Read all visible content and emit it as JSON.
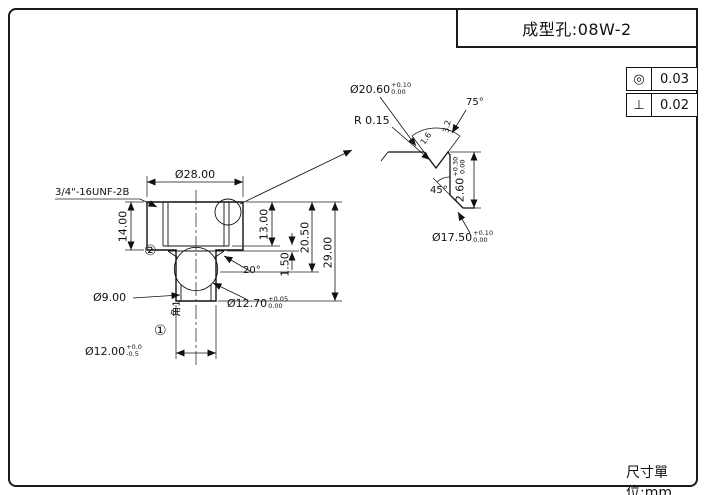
{
  "title_block": {
    "title": "成型孔:08W-2"
  },
  "tolerance_frames": [
    {
      "symbol": "◎",
      "value": "0.03"
    },
    {
      "symbol": "⊥",
      "value": "0.02"
    }
  ],
  "footer": {
    "unit_note": "尺寸單位:mm"
  },
  "main_view": {
    "thread_callout": "3/4\"-16UNF-2B",
    "dia_top": "Ø28.00",
    "height_thread": "14.00",
    "depth_seat": "13.00",
    "land": "1.50",
    "depth_mid": "20.50",
    "height_total": "29.00",
    "dia_bore": "Ø9.00",
    "dia_ball": "Ø12.70",
    "dia_ball_tol_up": "+0.05",
    "dia_ball_tol_low": "0.00",
    "angle_seat": "20°",
    "dia_bottom": "Ø12.00",
    "dia_bottom_tol_up": "+0.0",
    "dia_bottom_tol_low": "-0.5",
    "corner_note": "角1",
    "balloon_1": "①",
    "balloon_2": "②"
  },
  "detail_view": {
    "dia_opening": "Ø20.60",
    "dia_opening_tol_up": "+0.10",
    "dia_opening_tol_low": "0.00",
    "angle_v": "75°",
    "radius": "R 0.15",
    "rough_1": "1.6",
    "rough_2": "3.2",
    "angle_chamfer": "45°",
    "depth": "2.60",
    "depth_tol_up": "+0.30",
    "depth_tol_low": "0.00",
    "dia_seat": "Ø17.50",
    "dia_seat_tol_up": "+0.10",
    "dia_seat_tol_low": "0.00"
  }
}
